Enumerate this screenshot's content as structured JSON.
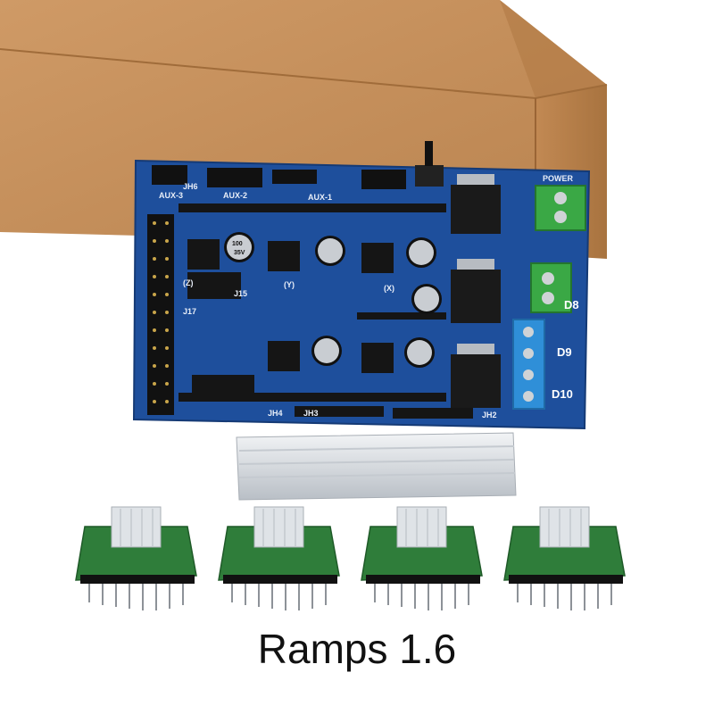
{
  "product": {
    "caption": "Ramps 1.6",
    "board_labels": [
      "AUX-3",
      "AUX-2",
      "AUX-1",
      "POWER",
      "D8",
      "D9",
      "D10",
      "J15",
      "J17",
      "JH6",
      "JH4",
      "JH3",
      "JH2",
      "(Z)",
      "(Y)",
      "(X)"
    ],
    "capacitor_labels": [
      "100",
      "35V"
    ],
    "driver_count": 4
  },
  "colors": {
    "box": "#c8915a",
    "board": "#1e4f9c",
    "driver_pcb": "#2f7d3a",
    "terminal_green": "#3aa845",
    "terminal_blue": "#2f8fd8",
    "heatsink": "#d9dde2"
  }
}
